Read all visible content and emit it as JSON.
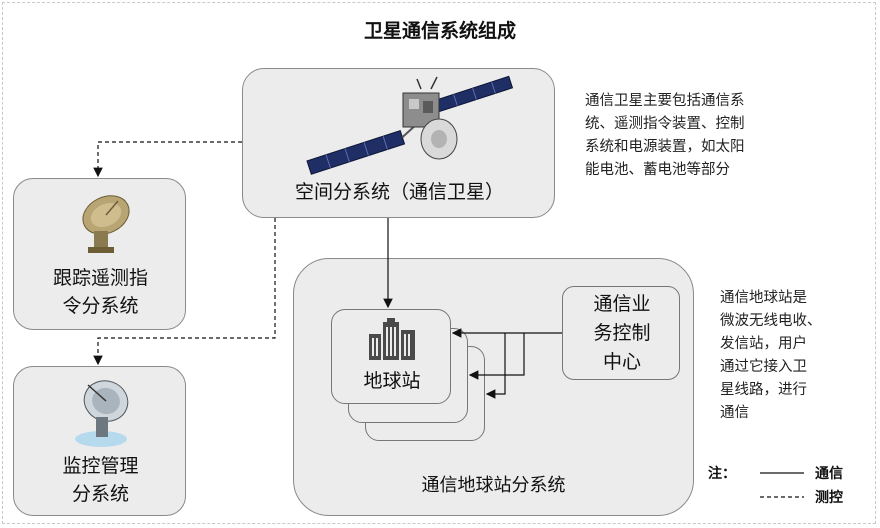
{
  "title": "卫星通信系统组成",
  "space_box": {
    "label": "空间分系统（通信卫星）",
    "icon": "satellite-icon"
  },
  "tracking_box": {
    "label_lines": [
      "跟踪遥测指",
      "令分系统"
    ],
    "icon": "dish-antenna-icon"
  },
  "monitor_box": {
    "label_lines": [
      "监控管理",
      "分系统"
    ],
    "icon": "radar-antenna-icon"
  },
  "earth_group": {
    "label": "通信地球站分系统",
    "station": {
      "label": "地球站",
      "icon": "building-icon"
    },
    "control_center": {
      "label_lines": [
        "通信业",
        "务控制",
        "中心"
      ]
    }
  },
  "notes": {
    "satellite_lines": [
      "通信卫星主要包括通信系",
      "统、遥测指令装置、控制",
      "系统和电源装置，如太阳",
      "能电池、蓄电池等部分"
    ],
    "earth_station_lines": [
      "通信地球站是",
      "微波无线电收、",
      "发信站，用户",
      "通过它接入卫",
      "星线路，进行",
      "通信"
    ]
  },
  "legend": {
    "prefix": "注：",
    "solid_label": "通信",
    "dashed_label": "测控"
  },
  "colors": {
    "box_fill": "#ececec",
    "box_border": "#8a8a8a",
    "building": "#4a4a4a",
    "antenna_glow": "#9fd3ee"
  }
}
